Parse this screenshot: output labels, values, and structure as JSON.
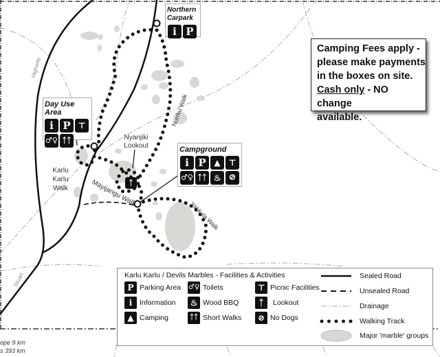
{
  "places": {
    "northern_carpark": "Northern Carpark",
    "day_use_area": "Day Use Area",
    "campground": "Campground",
    "nyanjiki_lookout": "Nyanjiki Lookout",
    "karlu_karlu_walk": "Karlu Karlu Walk",
    "mayijangu_walk": "Mayijangu Walk",
    "yakkula_walk": "Yakkula Walk",
    "nurrku_walk": "Nurrku Walk",
    "highway": "Highway",
    "stuart": "Stuart"
  },
  "notice": {
    "line1": "Camping Fees apply -",
    "line2": "please make payments",
    "line3": "in the boxes on site.",
    "cash_only": "Cash only",
    "line4_rest": " - NO change",
    "line5": "available."
  },
  "legend": {
    "title": "Karlu Karlu / Devils Marbles - Facilities & Activities",
    "facilities": [
      {
        "icon": "parking-icon",
        "glyph": "P",
        "label": "Parking Area"
      },
      {
        "icon": "information-icon",
        "glyph": "i",
        "label": "Information"
      },
      {
        "icon": "camping-icon",
        "glyph": "▲",
        "label": "Camping"
      },
      {
        "icon": "toilets-icon",
        "glyph": "🚻",
        "label": "Toilets"
      },
      {
        "icon": "wood-bbq-icon",
        "glyph": "🔥",
        "label": "Wood BBQ"
      },
      {
        "icon": "short-walks-icon",
        "glyph": "🚶",
        "label": "Short Walks"
      },
      {
        "icon": "picnic-icon",
        "glyph": "⊤",
        "label": "Picnic Facilities"
      },
      {
        "icon": "lookout-icon",
        "glyph": "👁",
        "label": "Lookout"
      },
      {
        "icon": "no-dogs-icon",
        "glyph": "⊘",
        "label": "No Dogs"
      }
    ],
    "lines": [
      {
        "label": "Sealed Road"
      },
      {
        "label": "Unsealed Road"
      },
      {
        "label": "Drainage"
      },
      {
        "label": "Walking Track"
      },
      {
        "label": "Major 'marble' groups"
      }
    ]
  },
  "footer": {
    "line1": "ope 9 km",
    "line2": "s 393 km"
  },
  "colors": {
    "marble": "#d8d8d4",
    "ink": "#111111",
    "drainage": "#aaaaaa"
  }
}
